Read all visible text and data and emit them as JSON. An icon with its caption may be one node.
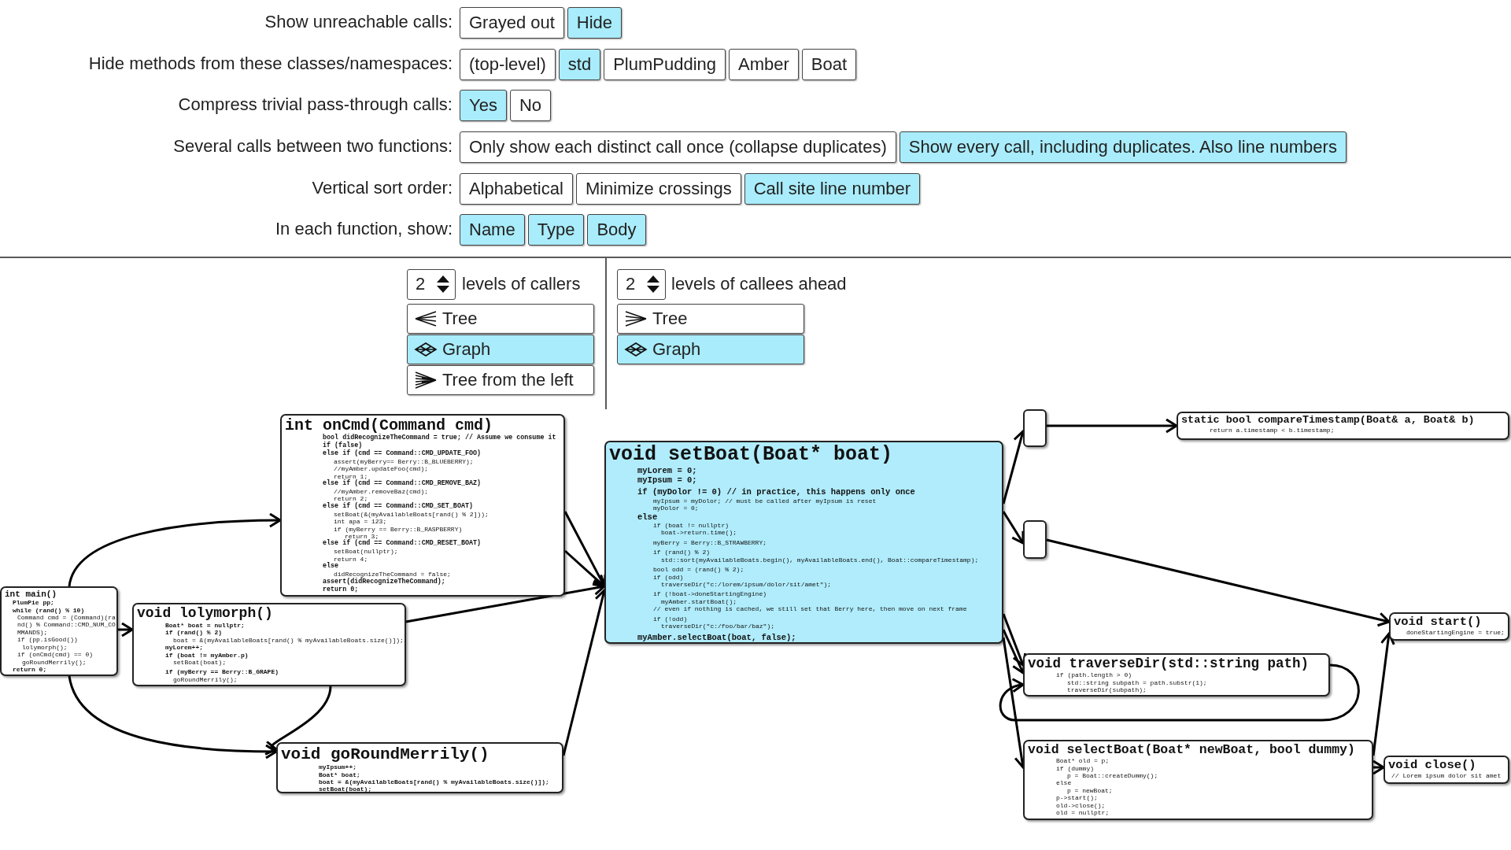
{
  "diagram": {
    "nodes": [
      {
        "text": [
          "Grayed out"
        ]
      },
      {
        "text": [
          "Hide"
        ]
      },
      {
        "text": [
          "(top-level)"
        ]
      },
      {
        "text": [
          "std"
        ]
      },
      {
        "text": [
          "PlumPudding"
        ]
      },
      {
        "text": [
          "Amber"
        ]
      },
      {
        "text": [
          "Boat"
        ]
      },
      {
        "text": [
          "Yes"
        ]
      },
      {
        "text": [
          "No"
        ]
      },
      {
        "text": [
          "Only show each distinct call once (collapse duplicates)"
        ]
      },
      {
        "text": [
          "Show every call, including duplicates. Also line numbers"
        ]
      },
      {
        "text": [
          "Alphabetical"
        ]
      },
      {
        "text": [
          "Minimize crossings"
        ]
      },
      {
        "text": [
          "Call site line number"
        ]
      },
      {
        "text": [
          "Name"
        ]
      },
      {
        "text": [
          "Type"
        ]
      },
      {
        "text": [
          "Body"
        ]
      },
      {
        "text": [
          "2"
        ]
      },
      {
        "text": [
          "Tree"
        ]
      },
      {
        "text": [
          "Graph"
        ]
      },
      {
        "text": [
          "Tree from the left"
        ]
      },
      {
        "text": [
          "2"
        ]
      },
      {
        "text": [
          "Tree"
        ]
      },
      {
        "text": [
          "Graph"
        ]
      },
      {
        "text": [
          "int onCmd(Command cmd)",
          "bool didRecognizeTheCommand = true; // Assume we consume it",
          "if (false)",
          "else if (cmd == Command::CMD_UPDATE_FOO)",
          "assert(myBerry== Berry::B_BLUEBERRY);",
          "//myAmber.updateFoo(cmd);",
          "return 1;",
          "else if (cmd == Command::CMD_REMOVE_BAZ)",
          "//myAmber.removeBaz(cmd);",
          "return 2;",
          "else if (cmd == Command::CMD_SET_BOAT)",
          "setBoat(&(myAvailableBoats[rand() % 2]));",
          "int apa = 123;",
          "if (myBerry == Berry::B_RASPBERRY)",
          "return 3;",
          "else if (cmd == Command::CMD_RESET_BOAT)",
          "setBoat(nullptr);",
          "return 4;",
          "else",
          "didRecognizeTheCommand = false;",
          "assert(didRecognizeTheCommand);",
          "return 0;"
        ]
      },
      {
        "text": [
          "int main()",
          "PlumPie pp;",
          "while (rand() % 10)",
          "Command cmd = (Command)(rand() % Command::CMD_NUM_COMMANDS);",
          "if (pp.isGood())",
          "lolymorph();",
          "if (onCmd(cmd) == 0)",
          "goRoundMerrily();",
          "return 0;"
        ]
      },
      {
        "text": [
          "void lolymorph()",
          "Boat* boat = nullptr;",
          "if (rand() % 2)",
          "boat = &(myAvailableBoats[rand() % myAvailableBoats.size()]);",
          "myLorem++;",
          "if (boat != myAmber.p)",
          "setBoat(boat);",
          "if (myBerry == Berry::B_GRAPE)",
          "goRoundMerrily();"
        ]
      },
      {
        "text": [
          "void goRoundMerrily()",
          "myIpsum++;",
          "Boat* boat;",
          "boat = &(myAvailableBoats[rand() % myAvailableBoats.size()]);",
          "setBoat(boat);"
        ]
      },
      {
        "text": [
          "void setBoat(Boat* boat)",
          "myLorem = 0;",
          "myIpsum = 0;",
          "if (myDolor != 0) // in practice, this happens only once",
          "myIpsum = myDolor; // must be called after myIpsum is reset",
          "myDolor = 0;",
          "else",
          "if (boat != nullptr)",
          "boat->return.time();",
          "myBerry = Berry::B_STRAWBERRY;",
          "if (rand() % 2)",
          "std::sort(myAvailableBoats.begin(), myAvailableBoats.end(), Boat::compareTimestamp);",
          "bool odd = (rand() % 2);",
          "if (odd)",
          "traverseDir(\"c:/lorem/ipsum/dolor/sit/amet\");",
          "if (!boat->doneStartingEngine)",
          "myAmber.startBoat();",
          "// even if nothing is cached, we still set that Berry here, then move on next frame",
          "if (!odd)",
          "traverseDir(\"c:/foo/bar/baz\");",
          "myAmber.selectBoat(boat, false);"
        ]
      },
      {
        "text": [],
        "shape": "box"
      },
      {
        "text": [],
        "shape": "box"
      },
      {
        "text": [
          "void traverseDir(std::string path)",
          "if (path.length > 0)",
          "std::string subpath = path.substr(1);",
          "traverseDir(subpath);"
        ]
      },
      {
        "text": [
          "void selectBoat(Boat* newBoat, bool dummy)",
          "Boat* old = p;",
          "if (dummy)",
          "p = Boat::createDummy();",
          "else",
          "p = newBoat;",
          "p->start();",
          "old->close();",
          "old = nullptr;"
        ]
      },
      {
        "text": [
          "static bool compareTimestamp(Boat& a, Boat& b)",
          "return a.timestamp < b.timestamp;"
        ]
      },
      {
        "text": [
          "void start()",
          "doneStartingEngine = true;"
        ]
      },
      {
        "text": [
          "void close()",
          "// Lorem ipsum dolor sit amet"
        ]
      }
    ],
    "edges": [
      {
        "from": 25,
        "to": 24,
        "arrow": "to"
      },
      {
        "from": 25,
        "to": 26,
        "arrow": "to"
      },
      {
        "from": 25,
        "to": 27,
        "arrow": "to"
      },
      {
        "from": 26,
        "to": 27,
        "arrow": "to"
      },
      {
        "from": 24,
        "to": 28,
        "arrow": "to"
      },
      {
        "from": 24,
        "to": 28,
        "arrow": "to"
      },
      {
        "from": 26,
        "to": 28,
        "arrow": "to"
      },
      {
        "from": 27,
        "to": 28,
        "arrow": "to"
      },
      {
        "from": 28,
        "to": 29,
        "arrow": "to"
      },
      {
        "from": 29,
        "to": 33,
        "arrow": "to"
      },
      {
        "from": 28,
        "to": 30,
        "arrow": "to"
      },
      {
        "from": 30,
        "to": 34,
        "arrow": "to"
      },
      {
        "from": 28,
        "to": 31,
        "arrow": "to"
      },
      {
        "from": 28,
        "to": 31,
        "arrow": "to"
      },
      {
        "from": 31,
        "to": 31,
        "arrow": "to"
      },
      {
        "from": 28,
        "to": 32,
        "arrow": "to"
      },
      {
        "from": 32,
        "to": 34,
        "arrow": "to"
      },
      {
        "from": 32,
        "to": 35,
        "arrow": "to"
      }
    ],
    "labels": [
      "Show unreachable calls:",
      "Hide methods from these classes/namespaces:",
      "Compress trivial pass-through calls:",
      "Several calls between two functions:",
      "Vertical sort order:",
      "In each function, show:",
      "levels of callers",
      "levels of callees ahead"
    ]
  }
}
